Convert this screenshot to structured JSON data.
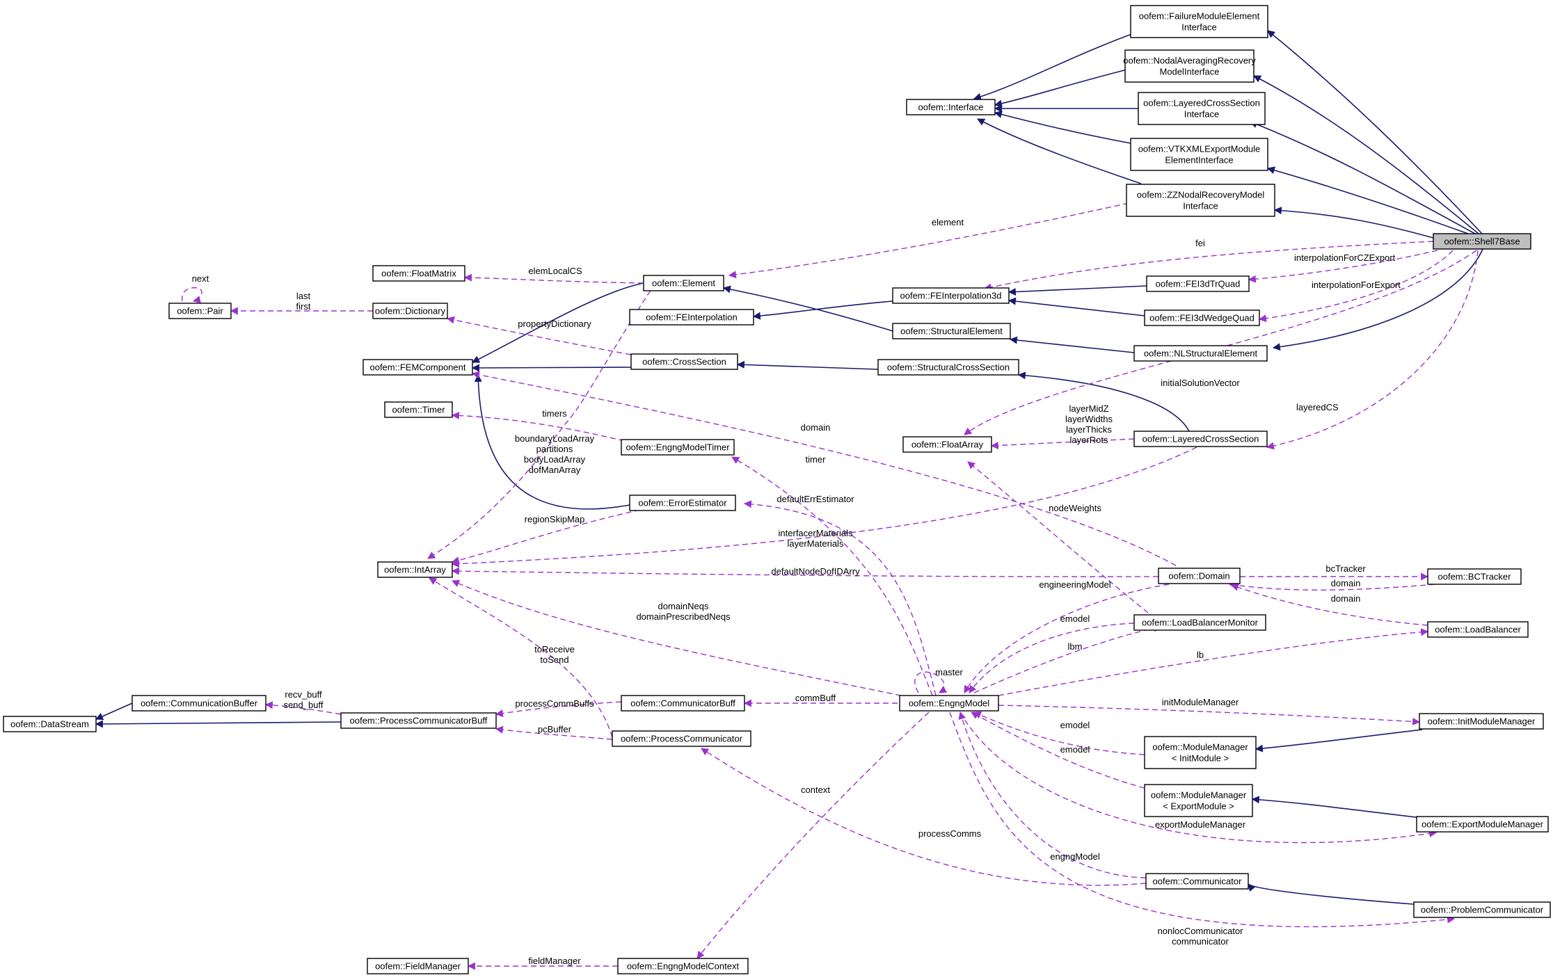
{
  "colors": {
    "inheritance": "#191970",
    "usage": "#9a32cd",
    "highlight": "#bfbfbf"
  },
  "nodes": {
    "shell7base": [
      "oofem::Shell7Base"
    ],
    "failure_iface": [
      "oofem::FailureModuleElement",
      "Interface"
    ],
    "nodalavg_iface": [
      "oofem::NodalAveragingRecovery",
      "ModelInterface"
    ],
    "layeredcs_iface": [
      "oofem::LayeredCrossSection",
      "Interface"
    ],
    "vtk_iface": [
      "oofem::VTKXMLExportModule",
      "ElementInterface"
    ],
    "zz_iface": [
      "oofem::ZZNodalRecoveryModel",
      "Interface"
    ],
    "interface": [
      "oofem::Interface"
    ],
    "floatmatrix": [
      "oofem::FloatMatrix"
    ],
    "element": [
      "oofem::Element"
    ],
    "pair": [
      "oofem::Pair"
    ],
    "dictionary": [
      "oofem::Dictionary"
    ],
    "feinterpolation": [
      "oofem::FEInterpolation"
    ],
    "feinterp3d": [
      "oofem::FEInterpolation3d"
    ],
    "fei3dtrquad": [
      "oofem::FEI3dTrQuad"
    ],
    "fei3dwedgequad": [
      "oofem::FEI3dWedgeQuad"
    ],
    "structuralelement": [
      "oofem::StructuralElement"
    ],
    "nlstructuralelement": [
      "oofem::NLStructuralElement"
    ],
    "femcomponent": [
      "oofem::FEMComponent"
    ],
    "crosssection": [
      "oofem::CrossSection"
    ],
    "structuralcs": [
      "oofem::StructuralCrossSection"
    ],
    "timer": [
      "oofem::Timer"
    ],
    "floatarray": [
      "oofem::FloatArray"
    ],
    "layeredcs": [
      "oofem::LayeredCrossSection"
    ],
    "engngmodeltimer": [
      "oofem::EngngModelTimer"
    ],
    "errorestimator": [
      "oofem::ErrorEstimator"
    ],
    "intarray": [
      "oofem::IntArray"
    ],
    "domain": [
      "oofem::Domain"
    ],
    "bctracker": [
      "oofem::BCTracker"
    ],
    "loadbalancermonitor": [
      "oofem::LoadBalancerMonitor"
    ],
    "loadbalancer": [
      "oofem::LoadBalancer"
    ],
    "communicationbuffer": [
      "oofem::CommunicationBuffer"
    ],
    "datastream": [
      "oofem::DataStream"
    ],
    "processcommbuff": [
      "oofem::ProcessCommunicatorBuff"
    ],
    "communicatorbuff": [
      "oofem::CommunicatorBuff"
    ],
    "engngmodel": [
      "oofem::EngngModel"
    ],
    "initmodulemanager": [
      "oofem::InitModuleManager"
    ],
    "processcommunicator": [
      "oofem::ProcessCommunicator"
    ],
    "mm_init": [
      "oofem::ModuleManager",
      "< InitModule >"
    ],
    "mm_export": [
      "oofem::ModuleManager",
      "< ExportModule >"
    ],
    "exportmodulemanager": [
      "oofem::ExportModuleManager"
    ],
    "communicator": [
      "oofem::Communicator"
    ],
    "problemcommunicator": [
      "oofem::ProblemCommunicator"
    ],
    "fieldmanager": [
      "oofem::FieldManager"
    ],
    "engngmodelcontext": [
      "oofem::EngngModelContext"
    ]
  },
  "edge_labels": {
    "element": [
      "element"
    ],
    "fei": [
      "fei"
    ],
    "interpolationForCZExport": [
      "interpolationForCZExport"
    ],
    "interpolationForExport": [
      "interpolationForExport"
    ],
    "elemLocalCS": [
      "elemLocalCS"
    ],
    "next": [
      "next"
    ],
    "last_first": [
      "last",
      "first"
    ],
    "propertyDictionary": [
      "propertyDictionary"
    ],
    "initialSolutionVector": [
      "initialSolutionVector"
    ],
    "layeredCS": [
      "layeredCS"
    ],
    "layer_arrays": [
      "layerMidZ",
      "layerWidths",
      "layerThicks",
      "layerRots"
    ],
    "timers": [
      "timers"
    ],
    "domain_top": [
      "domain"
    ],
    "boundary_arrays": [
      "boundaryLoadArray",
      "partitions",
      "bodyLoadArray",
      "dofManArray"
    ],
    "timer": [
      "timer"
    ],
    "defaultErrEstimator": [
      "defaultErrEstimator"
    ],
    "nodeWeights": [
      "nodeWeights"
    ],
    "regionSkipMap": [
      "regionSkipMap"
    ],
    "materials": [
      "interfacerMaterials",
      "layerMaterials"
    ],
    "bcTracker": [
      "bcTracker"
    ],
    "domain_bct": [
      "domain"
    ],
    "defaultNodeDofIDArry": [
      "defaultNodeDofIDArry"
    ],
    "domain_lb": [
      "domain"
    ],
    "engineeringModel": [
      "engineeringModel"
    ],
    "domainNeqs": [
      "domainNeqs",
      "domainPrescribedNeqs"
    ],
    "emodel_lbm": [
      "emodel"
    ],
    "lbm": [
      "lbm"
    ],
    "toReceive": [
      "toReceive",
      "toSend"
    ],
    "lb": [
      "lb"
    ],
    "master": [
      "master"
    ],
    "recv_send": [
      "recv_buff",
      "send_buff"
    ],
    "processCommBuffs": [
      "processCommBuffs"
    ],
    "commBuff": [
      "commBuff"
    ],
    "initModuleManager": [
      "initModuleManager"
    ],
    "pcBuffer": [
      "pcBuffer"
    ],
    "emodel_init": [
      "emodel"
    ],
    "emodel_export": [
      "emodel"
    ],
    "context": [
      "context"
    ],
    "exportModuleManager": [
      "exportModuleManager"
    ],
    "processComms": [
      "processComms"
    ],
    "engngModel": [
      "engngModel"
    ],
    "nonloc": [
      "nonlocCommunicator",
      "communicator"
    ],
    "fieldManager": [
      "fieldManager"
    ]
  }
}
